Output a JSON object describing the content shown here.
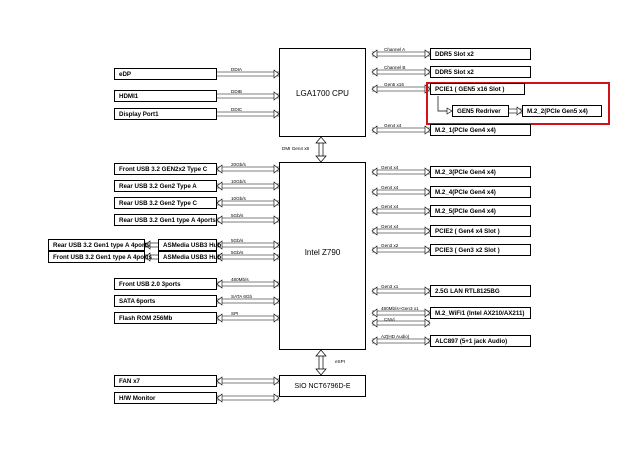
{
  "highlight_color": "#d2121b",
  "cpu": {
    "label": "LGA1700 CPU"
  },
  "pch": {
    "label": "Intel Z790"
  },
  "sio": {
    "label": "SIO NCT6796D-E"
  },
  "links": {
    "dmi": "DMI Gen4 x8",
    "espi": "eSPI"
  },
  "cpu_left": [
    {
      "name": "eDP",
      "bus": "DDIA"
    },
    {
      "name": "HDMI1",
      "bus": "DDIB"
    },
    {
      "name": "Display Port1",
      "bus": "DDIC"
    }
  ],
  "cpu_right": [
    {
      "name": "DDR5 Slot x2",
      "bus": "Channel A"
    },
    {
      "name": "DDR5 Slot x2",
      "bus": "Channel B"
    },
    {
      "name": "PCIE1 ( GEN5 x16 Slot )",
      "bus": "Gen5 x16"
    },
    {
      "name": "M.2_1(PCIe Gen4 x4)",
      "bus": "Gen4 x4"
    }
  ],
  "redriver": {
    "name": "GEN5 Redriver",
    "target": "M.2_2(PCIe Gen5 x4)"
  },
  "pch_left": [
    {
      "name": "Front USB 3.2 GEN2x2 Type C",
      "bus": "20Gb/s"
    },
    {
      "name": "Rear USB 3.2 Gen2 Type A",
      "bus": "10Gb/s"
    },
    {
      "name": "Rear USB 3.2 Gen2 Type C",
      "bus": "10Gb/s"
    },
    {
      "name": "Rear USB 3.2 Gen1 type A 4ports",
      "bus": "5Gb/s"
    },
    {
      "name": "ASMedia USB3 Hub",
      "bus": "5Gb/s",
      "port": "Rear USB 3.2 Gen1 type A 4ports"
    },
    {
      "name": "ASMedia USB3 Hub",
      "bus": "5Gb/s",
      "port": "Front USB 3.2 Gen1 type A 4ports"
    },
    {
      "name": "Front USB 2.0 3ports",
      "bus": "480Mb/s"
    },
    {
      "name": "SATA 6ports",
      "bus": "SATA 6Gb"
    },
    {
      "name": "Flash ROM 256Mb",
      "bus": "SPI"
    }
  ],
  "pch_right": [
    {
      "name": "M.2_3(PCIe Gen4 x4)",
      "bus": "Gen4 x4"
    },
    {
      "name": "M.2_4(PCIe Gen4 x4)",
      "bus": "Gen4 x4"
    },
    {
      "name": "M.2_5(PCIe Gen4 x4)",
      "bus": "Gen4 x4"
    },
    {
      "name": "PCIE2 ( Gen4 x4 Slot )",
      "bus": "Gen4 x4"
    },
    {
      "name": "PCIE3 ( Gen3 x2 Slot )",
      "bus": "Gen3 x2"
    },
    {
      "name": "2.5G LAN RTL8125BG",
      "bus": "Gen3 x1"
    },
    {
      "name": "M.2_WiFi1 (Intel AX210/AX211)",
      "bus": "480Mb/s+Gen3 x1",
      "bus2": "CNVi"
    },
    {
      "name": "ALC897 (5+1 jack Audio)",
      "bus": "AZ(HD Audio)"
    }
  ],
  "sio_left": [
    {
      "name": "FAN x7"
    },
    {
      "name": "H/W Monitor"
    }
  ]
}
